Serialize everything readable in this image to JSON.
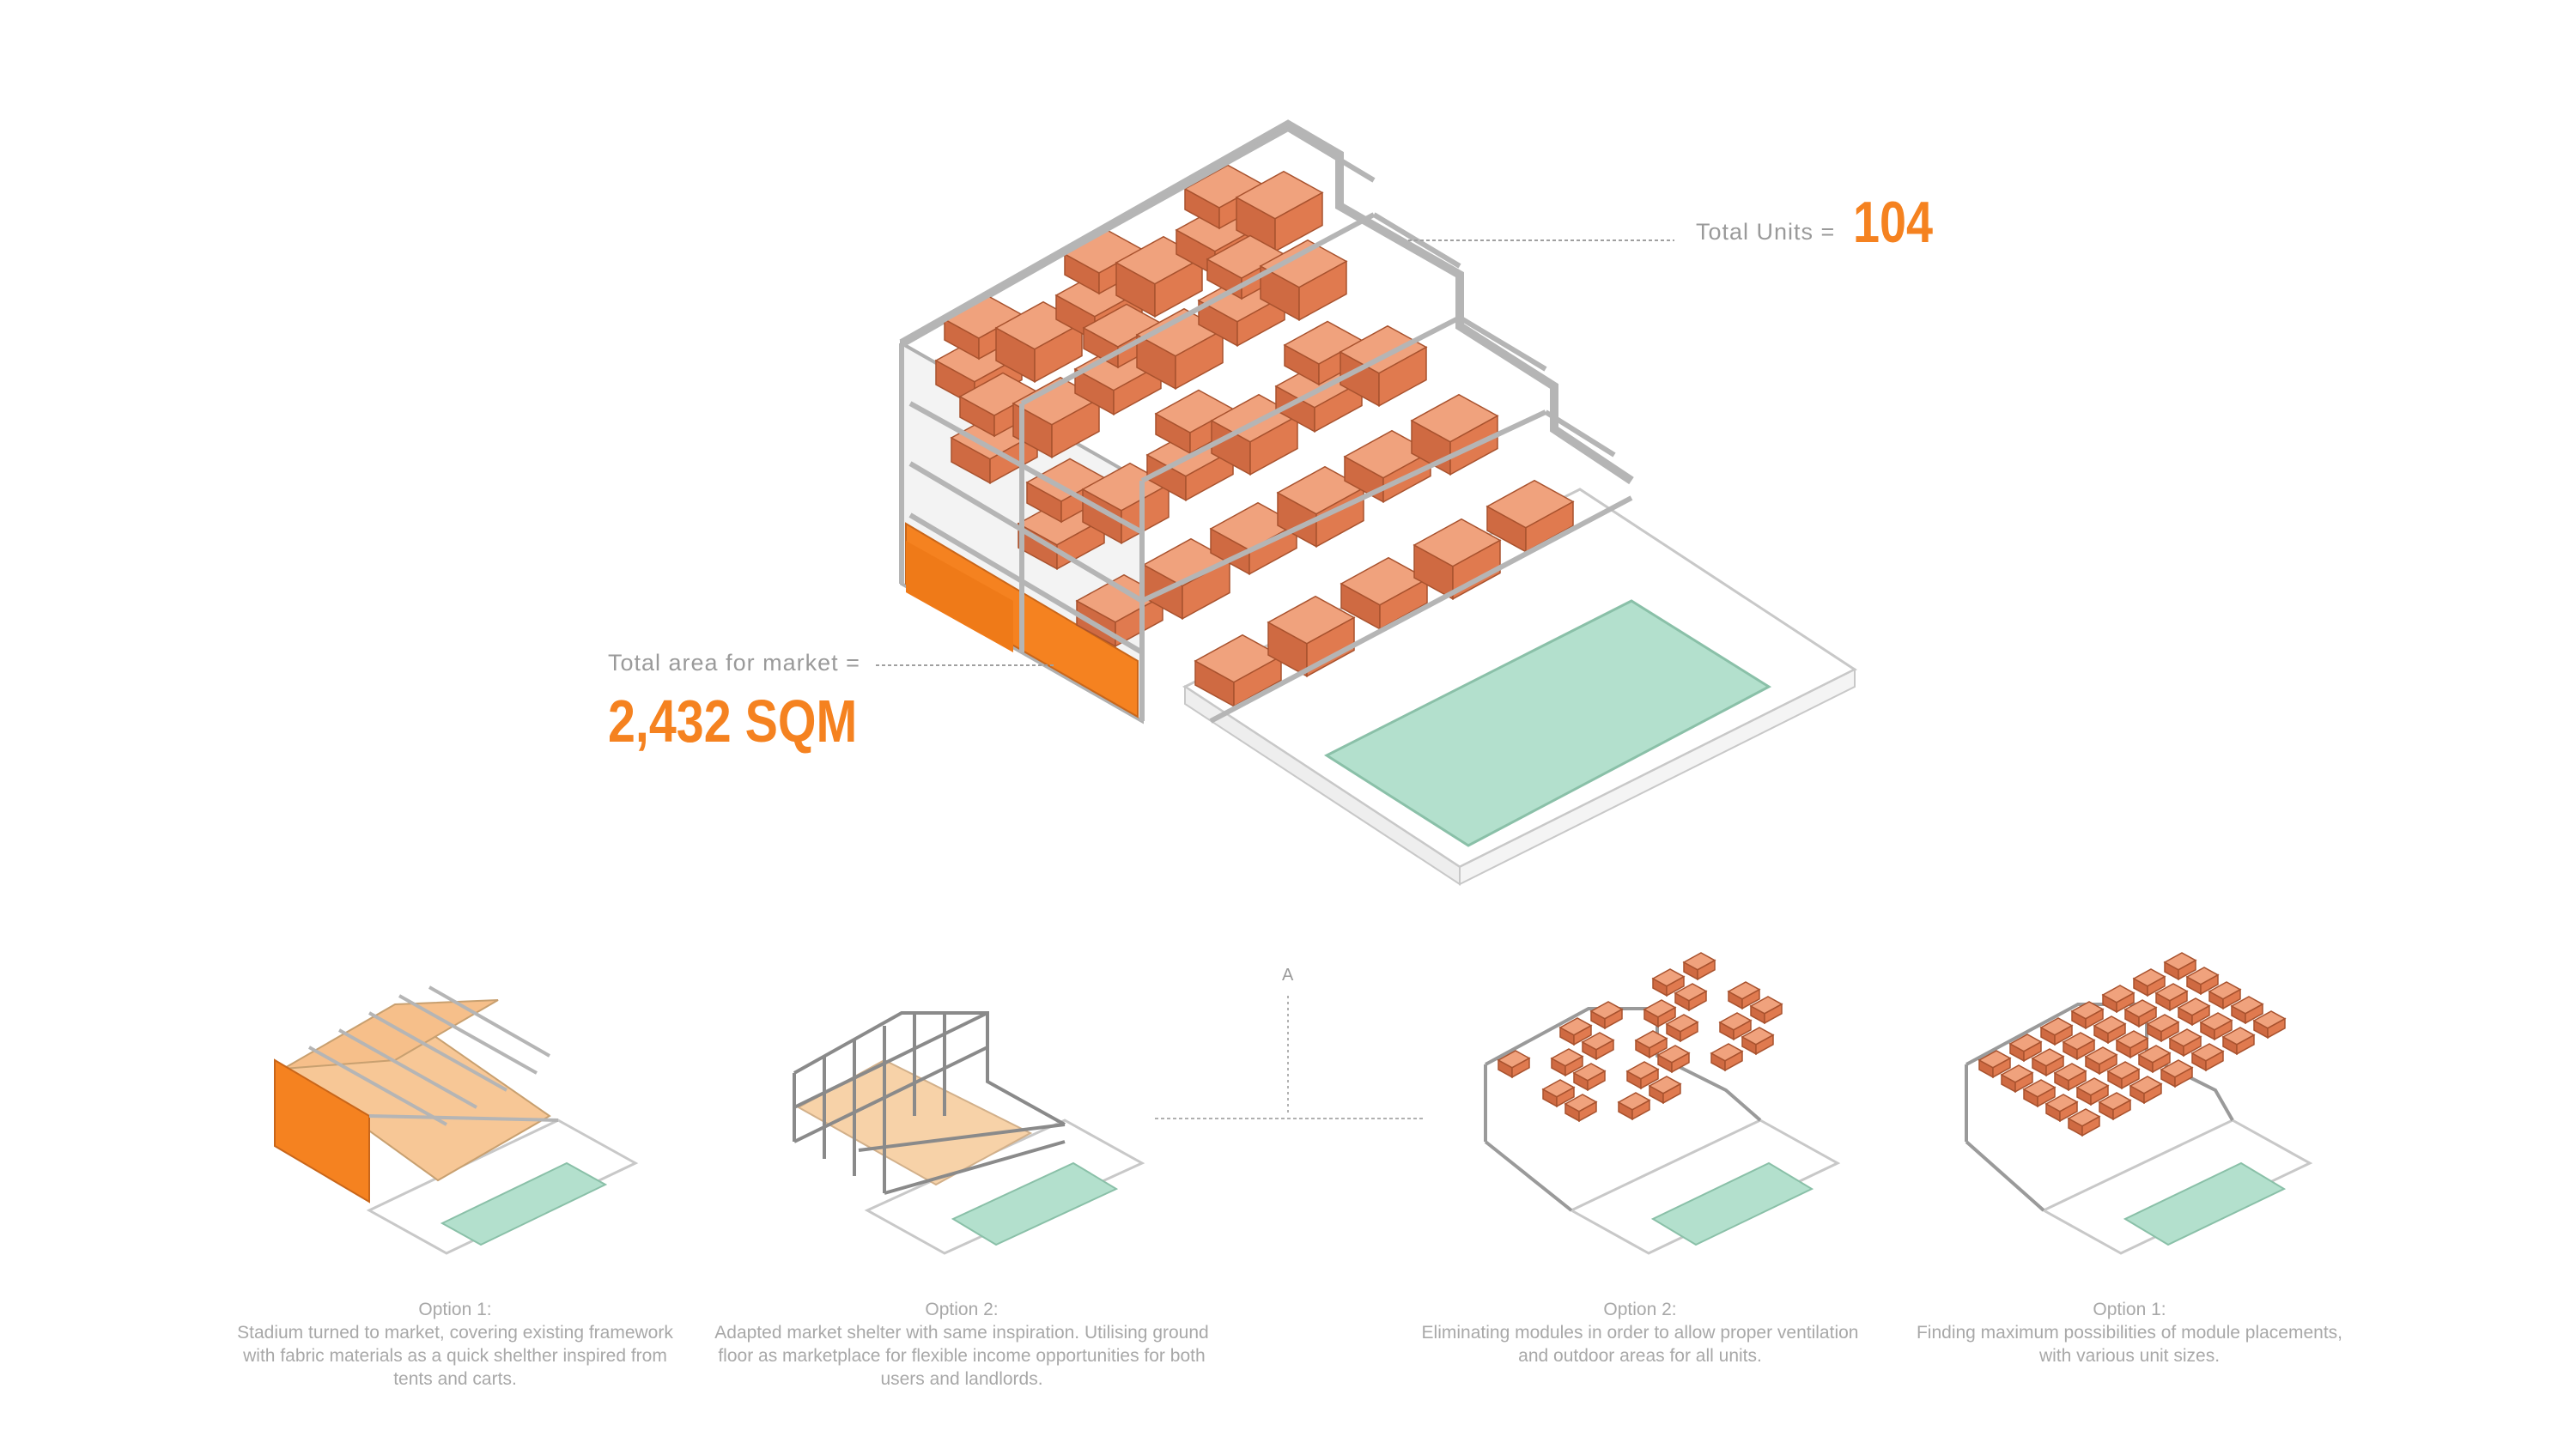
{
  "main_diagram": {
    "total_units_label": "Total Units =",
    "total_units_value": "104",
    "market_area_label": "Total area for market =",
    "market_area_value": "2,432 SQM"
  },
  "section_marker": "A",
  "options": [
    {
      "title": "Option 1:",
      "description": "Stadium turned to market, covering existing framework with fabric materials as a quick shelther inspired from tents and carts."
    },
    {
      "title": "Option 2:",
      "description": "Adapted market shelter with same inspiration. Utilising ground floor as marketplace for flexible income opportunities for both users and landlords."
    },
    {
      "title": "Option 2:",
      "description": "Eliminating modules in order to allow proper ventilation and outdoor areas for all units."
    },
    {
      "title": "Option 1:",
      "description": "Finding maximum possibilities of module placements, with various unit sizes."
    }
  ],
  "colors": {
    "accent_orange": "#f58220",
    "module_fill": "#e07a4f",
    "frame_grey": "#bcbcbc",
    "pool_green": "#b3e0cd"
  }
}
